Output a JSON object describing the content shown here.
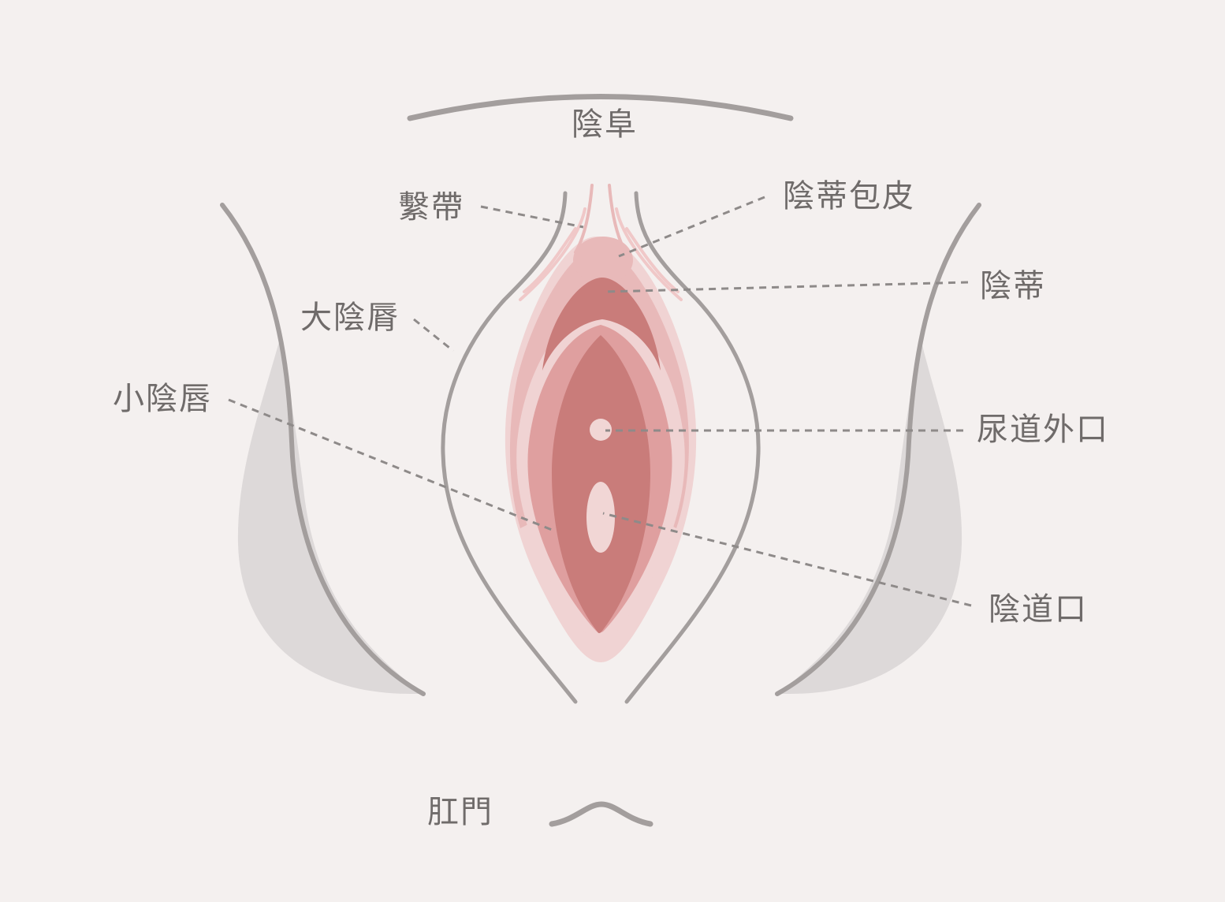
{
  "diagram": {
    "colors": {
      "background": "#f4f0ef",
      "outline": "#a39e9d",
      "shadow": "#ddd9d9",
      "leader": "#8e8a89",
      "label": "#6f6b6a",
      "pink_pale": "#f0d3d3",
      "pink_light": "#e8b9b9",
      "pink_mid": "#df9f9f",
      "pink_deep": "#c97c7a",
      "opening": "#f1d6d5"
    },
    "labels": {
      "mons": "陰阜",
      "frenulum": "繫帶",
      "clitoral_hood": "陰蒂包皮",
      "clitoris": "陰蒂",
      "labia_majora": "大陰脣",
      "labia_minora": "小陰唇",
      "urethral_opening": "尿道外口",
      "vaginal_opening": "陰道口",
      "anus": "肛門"
    }
  }
}
